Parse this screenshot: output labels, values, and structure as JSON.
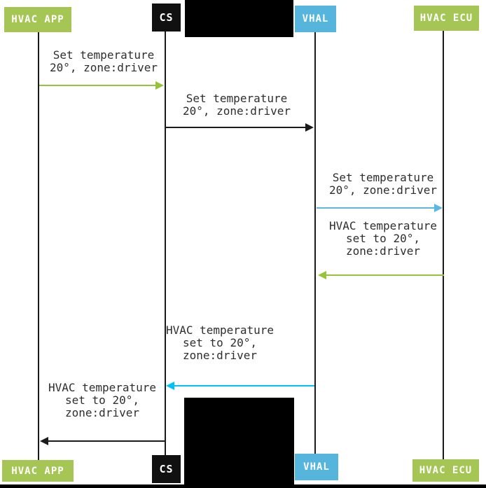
{
  "diagram": {
    "type": "sequence-diagram",
    "topic": "HVAC set temperature flow",
    "colors": {
      "actor_green": "#a5c655",
      "actor_black": "#111111",
      "actor_blue": "#56b5dd",
      "arrow_green": "#96c33c",
      "arrow_black": "#1a1a1a",
      "arrow_blue": "#5ab6e3",
      "arrow_cyan": "#00c3f5",
      "text": "#2e2e2e",
      "redaction": "#000000"
    },
    "actors": [
      {
        "id": "hvac-app",
        "label": "HVAC APP",
        "color": "green"
      },
      {
        "id": "cs",
        "label": "CS",
        "color": "black"
      },
      {
        "id": "vhal",
        "label": "VHAL",
        "color": "blue"
      },
      {
        "id": "hvac-ecu",
        "label": "HVAC ECU",
        "color": "green"
      }
    ],
    "messages": [
      {
        "from": "HVAC APP",
        "to": "CS",
        "direction": "right",
        "color": "green",
        "lines": [
          "Set temperature",
          "20°, zone:driver"
        ]
      },
      {
        "from": "CS",
        "to": "VHAL",
        "direction": "right",
        "color": "black",
        "lines": [
          "Set temperature",
          "20°, zone:driver"
        ]
      },
      {
        "from": "VHAL",
        "to": "HVAC ECU",
        "direction": "right",
        "color": "blue",
        "lines": [
          "Set temperature",
          "20°, zone:driver"
        ]
      },
      {
        "from": "HVAC ECU",
        "to": "VHAL",
        "direction": "left",
        "color": "green",
        "lines": [
          "HVAC temperature",
          "set to 20°,",
          "zone:driver"
        ]
      },
      {
        "from": "VHAL",
        "to": "CS",
        "direction": "left",
        "color": "cyan",
        "lines": [
          "HVAC temperature",
          "set to 20°,",
          "zone:driver"
        ]
      },
      {
        "from": "CS",
        "to": "HVAC APP",
        "direction": "left",
        "color": "black",
        "lines": [
          "HVAC temperature",
          "set to 20°,",
          "zone:driver"
        ]
      }
    ],
    "redaction_count": 3
  }
}
